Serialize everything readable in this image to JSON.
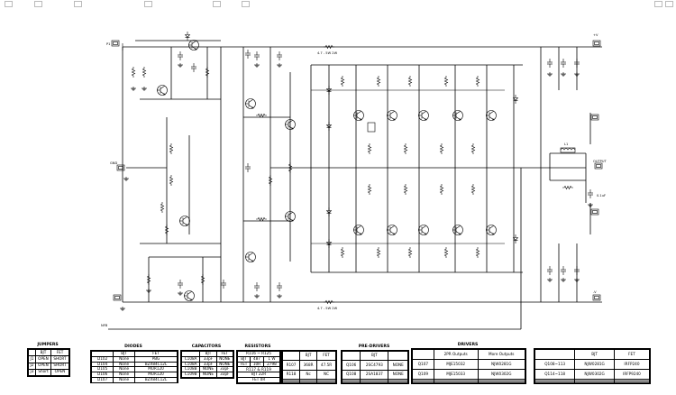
{
  "connectors": {
    "input": "P1",
    "out_pos": "+V",
    "out_neg": "-V",
    "output": "OUTPUT",
    "gnd": "GND"
  },
  "labels": {
    "top_resistor": "4.7 - 5W 2W",
    "bottom_resistor": "4.7 - 5W 2W",
    "inductor": "L1",
    "zobel": "0.1uF",
    "note": "NFB"
  },
  "tables": {
    "jumpers": {
      "title": "JUMPERS",
      "header": [
        "",
        "BJT",
        "FET"
      ],
      "rows": [
        [
          "J1",
          "OPEN",
          "SHORT"
        ],
        [
          "J2",
          "OPEN",
          "SHORT"
        ],
        [
          "J3",
          "Short",
          "OPEN"
        ]
      ]
    },
    "diodes": {
      "title": "DIODES",
      "header": [
        "",
        "BJT",
        "FET"
      ],
      "rows": [
        [
          "D102",
          "None",
          "PBG"
        ],
        [
          "D104",
          "None",
          "BZX84C12L"
        ],
        [
          "D105",
          "None",
          "MUR120"
        ],
        [
          "D106",
          "None",
          "MUR120"
        ],
        [
          "D107",
          "None",
          "BZX84C12L"
        ]
      ]
    },
    "capacitors": {
      "title": "CAPACITORS",
      "header": [
        "",
        "BJT",
        "FET"
      ],
      "rows": [
        [
          "C108A",
          "33pF",
          "NONE"
        ],
        [
          "C108A",
          "33pF",
          "NONE"
        ],
        [
          "C108B",
          "NONE",
          "33pF"
        ],
        [
          "C109B",
          "NONE",
          "33pF"
        ]
      ]
    },
    "resistors": {
      "title": "RESISTORS",
      "header": [
        "R116 ~ R125",
        "",
        ""
      ],
      "rows": [
        [
          "BJT",
          "487",
          "1 W"
        ],
        [
          "FET",
          "10R",
          "2798"
        ],
        [
          "R117 & R119",
          "",
          ""
        ],
        [
          "BJT 22R",
          "",
          ""
        ],
        [
          "FET 0R",
          "",
          ""
        ]
      ]
    },
    "resistors2": {
      "header": [
        "",
        "BJT",
        "FET"
      ],
      "rows": [
        [
          "R107",
          "368R",
          "47.5R"
        ],
        [
          "R118",
          "Nc",
          "NC"
        ]
      ]
    },
    "predrivers": {
      "title": "PRE-DRIVERS",
      "header": [
        "",
        "BJT",
        ""
      ],
      "rows": [
        [
          "Q106",
          "2SC4793",
          "NONE"
        ],
        [
          "Q108",
          "2SA1837",
          "NONE"
        ]
      ]
    },
    "drivers": {
      "title": "DRIVERS",
      "header": [
        "",
        "2PR Outputs",
        "More Outputs"
      ],
      "rows": [
        [
          "Q107",
          "MJE15032",
          "NJW0281G"
        ],
        [
          "Q109",
          "MJE15033",
          "NJW0302G"
        ]
      ]
    },
    "outputs": {
      "header": [
        "",
        "BJT",
        "FET"
      ],
      "rows": [
        [
          "Q108~113",
          "NJW0281G",
          "IRFP240"
        ],
        [
          "Q114~118",
          "NJW0302G",
          "IRFP9240"
        ]
      ]
    }
  }
}
